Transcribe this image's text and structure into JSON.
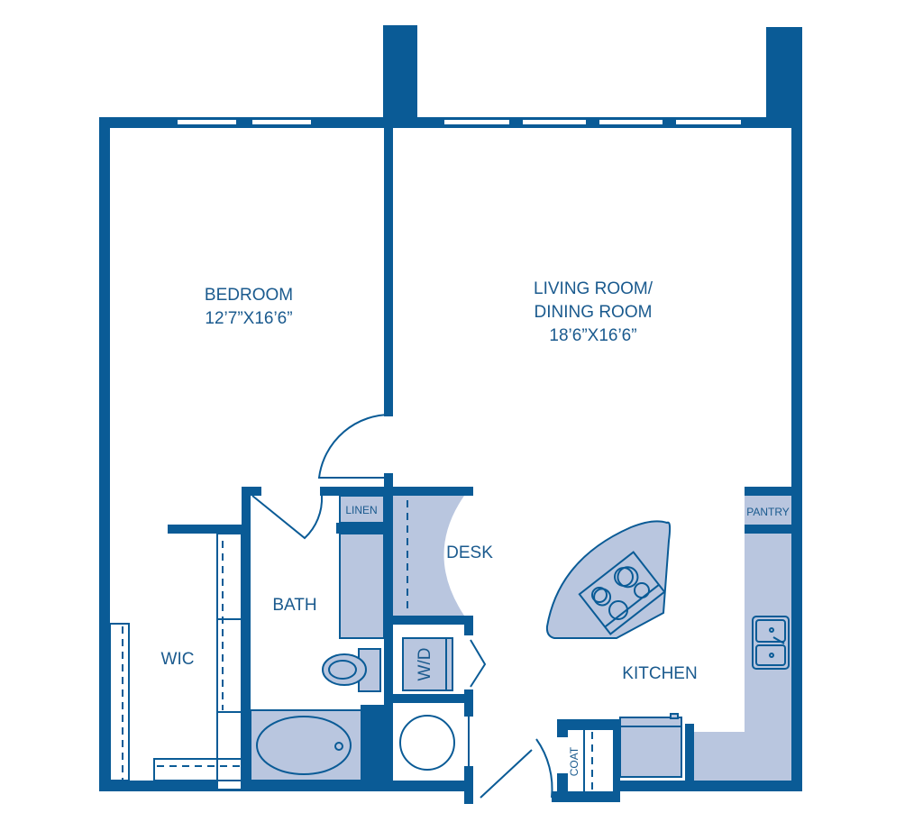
{
  "rooms": {
    "bedroom": {
      "name": "BEDROOM",
      "size": "12’7”X16’6”"
    },
    "living": {
      "name_line1": "LIVING ROOM/",
      "name_line2": "DINING ROOM",
      "size": "18’6”X16’6”"
    },
    "kitchen": {
      "name": "KITCHEN"
    },
    "bath": {
      "name": "BATH"
    },
    "wic": {
      "name": "WIC"
    },
    "desk": {
      "name": "DESK"
    },
    "linen": {
      "name": "LINEN"
    },
    "pantry": {
      "name": "PANTRY"
    },
    "coat": {
      "name": "COAT"
    },
    "washer_dryer": {
      "name": "W/D"
    }
  },
  "colors": {
    "wall": "#0a5b96",
    "fixture": "#b9c6df"
  }
}
